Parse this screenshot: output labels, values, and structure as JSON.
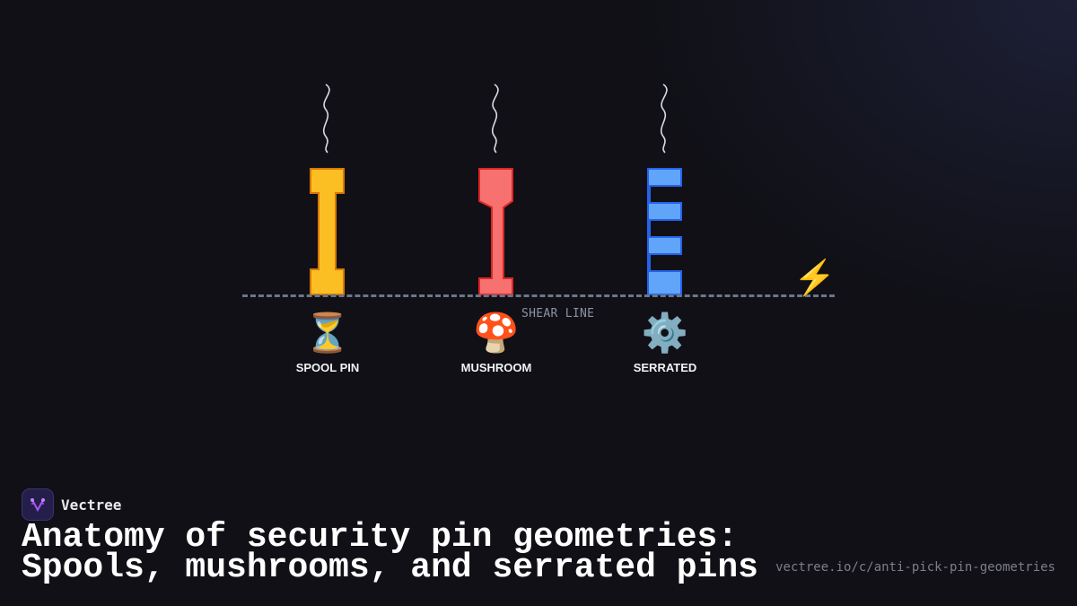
{
  "diagram": {
    "shear_line_label": "SHEAR LINE",
    "pins": [
      {
        "name": "spool",
        "label": "SPOOL PIN",
        "emoji": "⏳",
        "color": "#fbbf24",
        "stroke": "#d97706"
      },
      {
        "name": "mushroom",
        "label": "MUSHROOM",
        "emoji": "🍄",
        "color": "#f87171",
        "stroke": "#dc2626"
      },
      {
        "name": "serrated",
        "label": "SERRATED",
        "emoji": "⚙️",
        "color": "#60a5fa",
        "stroke": "#2563eb"
      }
    ],
    "bolt_emoji": "⚡"
  },
  "brand": {
    "name": "Vectree"
  },
  "title": {
    "line1": "Anatomy of security pin geometries:",
    "line2": "Spools, mushrooms, and serrated pins"
  },
  "url": "vectree.io/c/anti-pick-pin-geometries"
}
